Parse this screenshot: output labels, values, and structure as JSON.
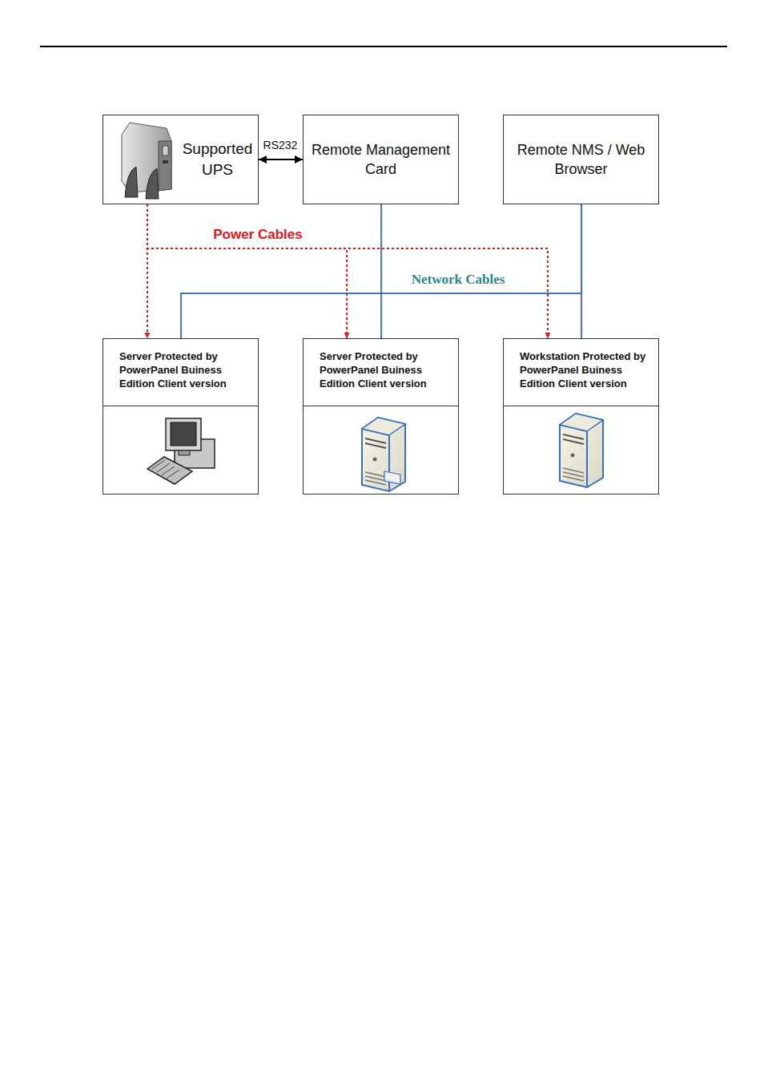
{
  "diagram": {
    "nodes": [
      {
        "text": [
          "Supported UPS"
        ]
      },
      {
        "text": [
          "Remote Management Card"
        ]
      },
      {
        "text": [
          "Remote NMS / Web Browser"
        ]
      },
      {
        "text": [
          "Server Protected by PowerPanel Buiness Edition Client version"
        ]
      },
      {
        "text": [
          "Server Protected by PowerPanel Buiness Edition Client version"
        ]
      },
      {
        "text": [
          "Workstation Protected by PowerPanel Buiness Edition Client version"
        ]
      }
    ],
    "edges": [
      {
        "from": 0,
        "to": 1,
        "arrow": "both",
        "label": "RS232"
      },
      {
        "from": 0,
        "to": 3,
        "arrow": "to"
      },
      {
        "from": 0,
        "to": 4,
        "arrow": "to",
        "label": "Power Cables"
      },
      {
        "from": 0,
        "to": 5,
        "arrow": "to"
      },
      {
        "from": 1,
        "to": 4,
        "arrow": "none"
      },
      {
        "from": 2,
        "to": 3,
        "arrow": "none",
        "label": "Network Cables"
      },
      {
        "from": 2,
        "to": 5,
        "arrow": "none"
      }
    ]
  }
}
